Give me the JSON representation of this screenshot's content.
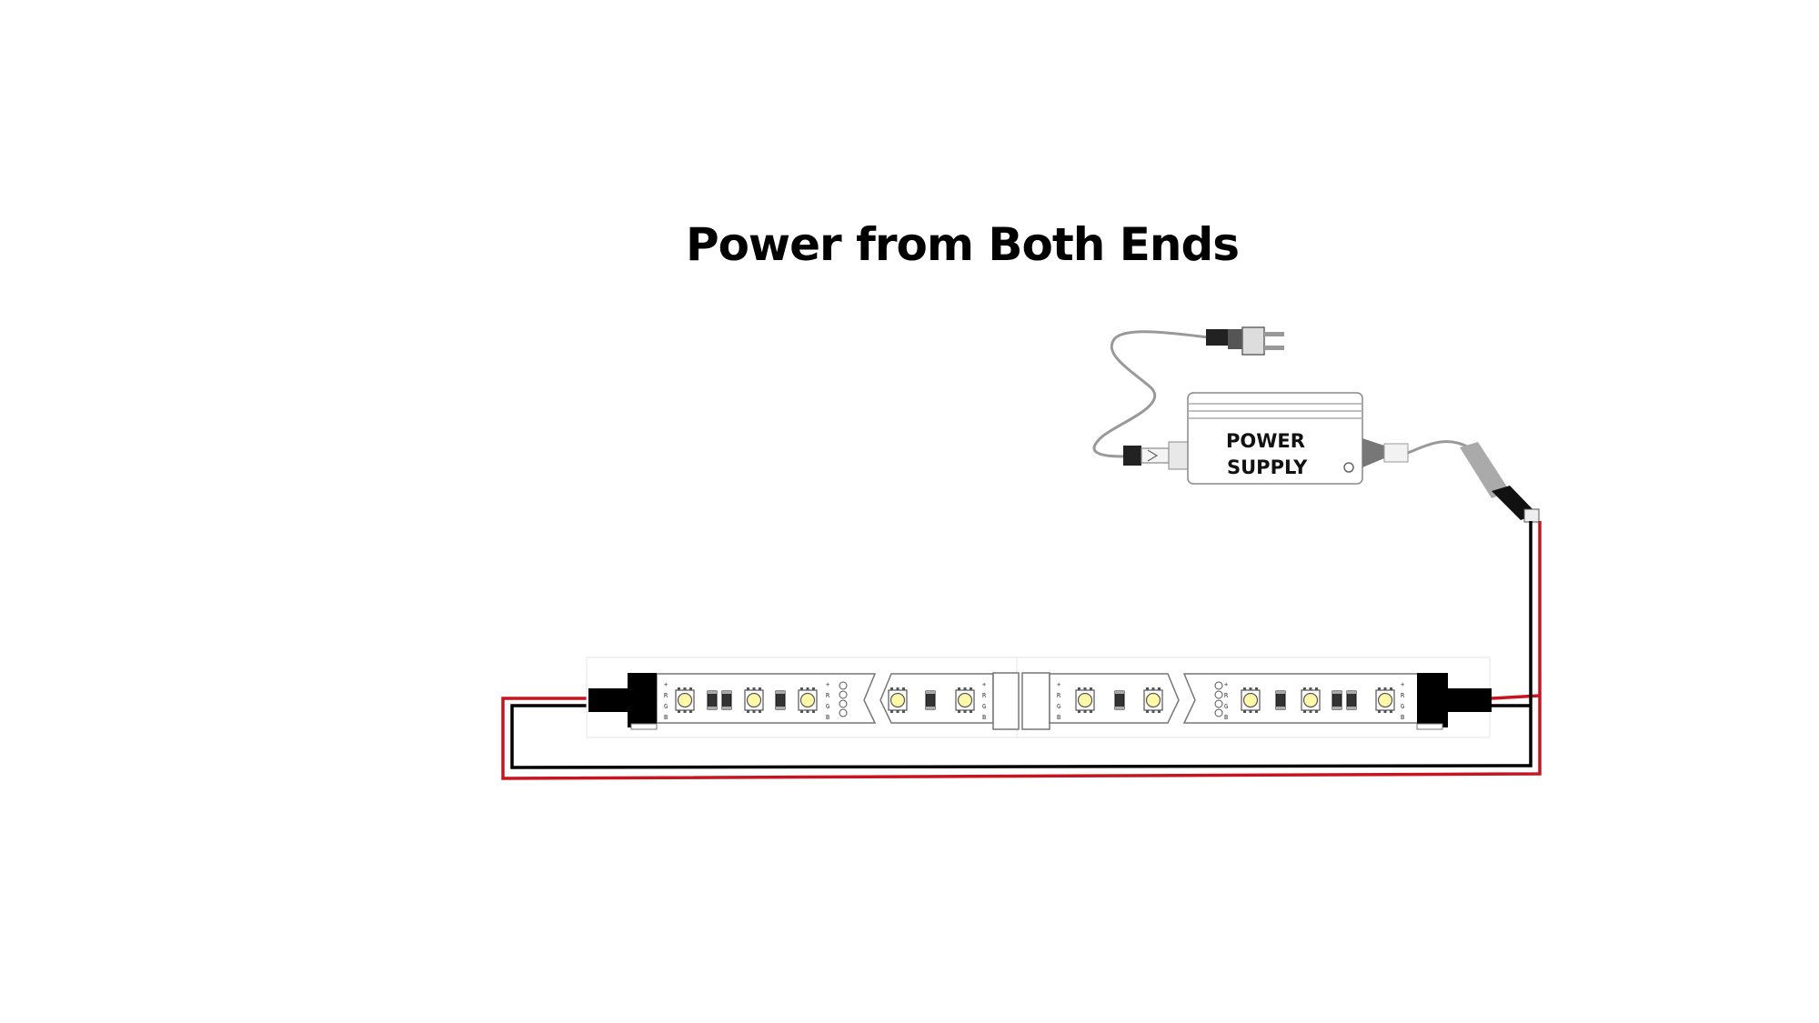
{
  "title": "Power from Both Ends",
  "power_supply": {
    "line1": "POWER",
    "line2": "SUPPLY"
  },
  "pin_labels": {
    "rgb_plus": [
      "+",
      "R",
      "G",
      "B"
    ],
    "rgb_minus": [
      "-",
      "R",
      "G",
      "B"
    ]
  },
  "colors": {
    "positive_wire": "#c8141e",
    "negative_wire": "#000000",
    "led_fill": "#fff8a8",
    "strip_outline": "#777777",
    "connector": "#000000"
  },
  "icons": [
    "wall-plug-icon",
    "power-supply-icon",
    "led-strip-icon",
    "connector-icon"
  ]
}
